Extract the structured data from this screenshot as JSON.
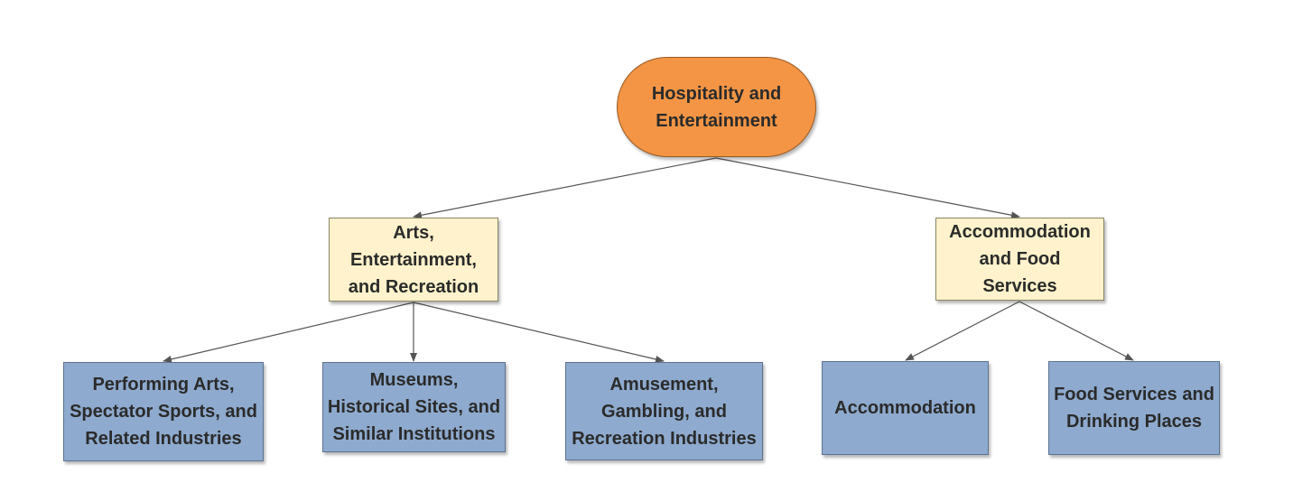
{
  "colors": {
    "root_fill": "#f39545",
    "mid_fill": "#fff2cc",
    "leaf_fill": "#8eaace",
    "edge": "#555555"
  },
  "nodes": {
    "root": {
      "label": "Hospitality and\nEntertainment"
    },
    "arts": {
      "label": "Arts,\nEntertainment,\nand Recreation"
    },
    "accommodation_food": {
      "label": "Accommodation\nand Food Services"
    },
    "performing_arts": {
      "label": "Performing Arts,\nSpectator Sports, and\nRelated Industries"
    },
    "museums": {
      "label": "Museums,\nHistorical Sites, and\nSimilar Institutions"
    },
    "amusement": {
      "label": "Amusement,\nGambling, and\nRecreation Industries"
    },
    "accommodation": {
      "label": "Accommodation"
    },
    "food_services": {
      "label": "Food Services and\nDrinking Places"
    }
  },
  "edges": [
    {
      "from": "root",
      "to": "arts"
    },
    {
      "from": "root",
      "to": "accommodation_food"
    },
    {
      "from": "arts",
      "to": "performing_arts"
    },
    {
      "from": "arts",
      "to": "museums"
    },
    {
      "from": "arts",
      "to": "amusement"
    },
    {
      "from": "accommodation_food",
      "to": "accommodation"
    },
    {
      "from": "accommodation_food",
      "to": "food_services"
    }
  ]
}
